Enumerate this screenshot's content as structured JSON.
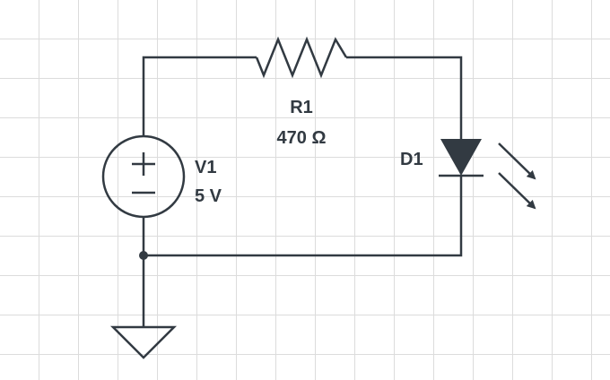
{
  "colors": {
    "wire": "#323a42",
    "grid": "#dcdcdc",
    "background": "#ffffff"
  },
  "components": {
    "resistor": {
      "designator": "R1",
      "value": "470 Ω"
    },
    "source": {
      "designator": "V1",
      "value": "5 V",
      "plus_symbol": "+",
      "minus_symbol": "−"
    },
    "led": {
      "designator": "D1"
    },
    "ground": {
      "type": "ground"
    }
  },
  "icons": {
    "resistor": "resistor-symbol",
    "source": "voltage-source-symbol",
    "led": "led-symbol",
    "ground": "ground-symbol",
    "junction": "junction-dot"
  }
}
